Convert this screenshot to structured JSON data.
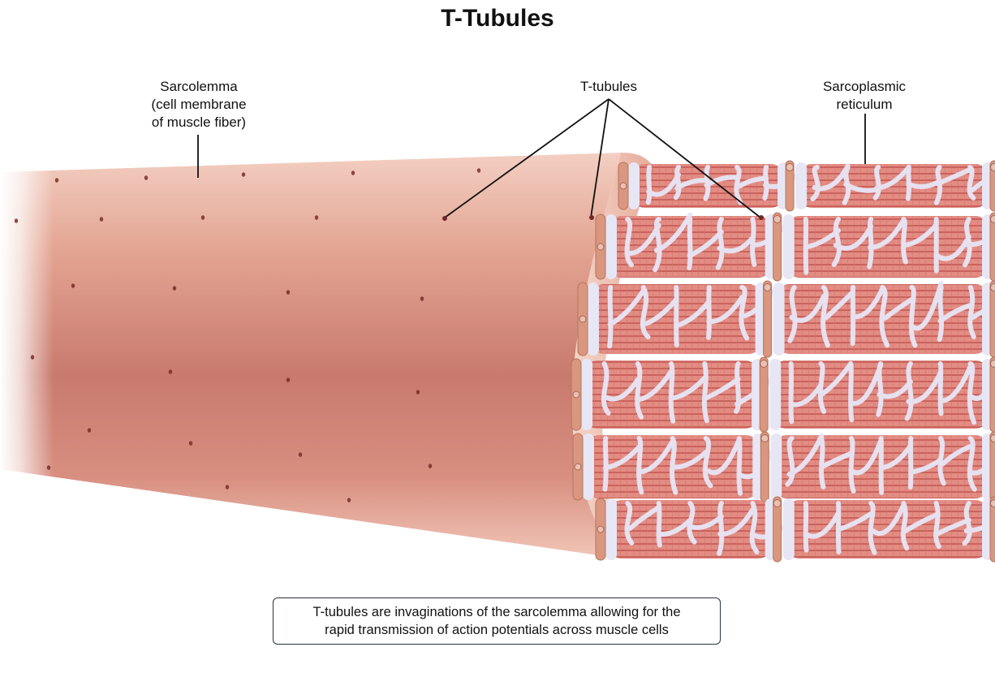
{
  "title": "T-Tubules",
  "labels": {
    "sarcolemma": [
      "Sarcolemma",
      "(cell membrane",
      "of muscle fiber)"
    ],
    "t_tubules": "T-tubules",
    "sarcoplasmic_reticulum": [
      "Sarcoplasmic",
      "reticulum"
    ]
  },
  "caption": [
    "T-tubules are invaginations of the sarcolemma allowing for the",
    "rapid transmission of action potentials across muscle cells"
  ],
  "colors": {
    "sarcolemma": "#e8b3a0",
    "sarcolemma_dark": "#b56a62",
    "myofibril": "#e28a82",
    "myofibril_stripe": "#c8625e",
    "reticulum": "#e7e6f5",
    "t_tubule": "#d9977f"
  }
}
